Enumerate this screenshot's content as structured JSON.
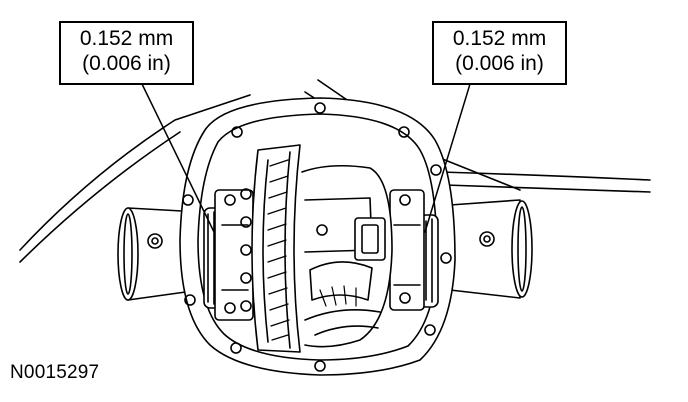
{
  "callouts": {
    "left": {
      "line1": "0.152 mm",
      "line2": "(0.006 in)"
    },
    "right": {
      "line1": "0.152 mm",
      "line2": "(0.006 in)"
    }
  },
  "figure_id": "N0015297",
  "colors": {
    "ink": "#000000",
    "paper": "#ffffff"
  }
}
